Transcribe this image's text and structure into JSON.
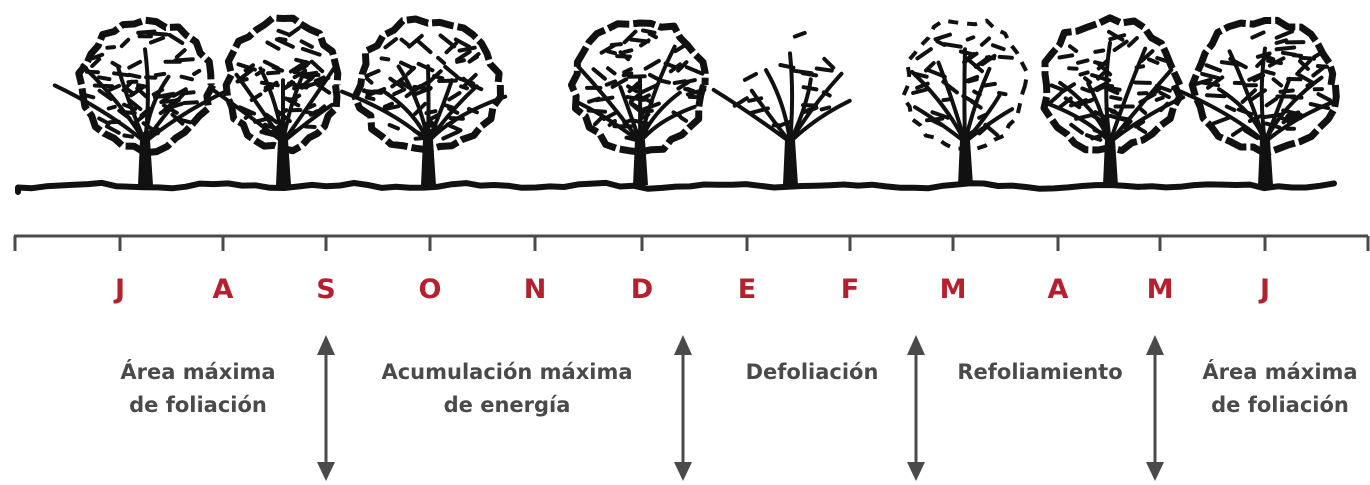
{
  "colors": {
    "month_label": "#b5202e",
    "phase_label": "#4a4a4a",
    "timeline": "#4a4a4a",
    "tree_ink": "#111111"
  },
  "trees": [
    {
      "name": "tree-1-full-foliage",
      "leaf_density": "full"
    },
    {
      "name": "tree-2-full-foliage",
      "leaf_density": "full"
    },
    {
      "name": "tree-3-full-foliage",
      "leaf_density": "full"
    },
    {
      "name": "tree-4-full-foliage",
      "leaf_density": "full"
    },
    {
      "name": "tree-5-defoliating",
      "leaf_density": "sparse"
    },
    {
      "name": "tree-6-refoliating",
      "leaf_density": "medium"
    },
    {
      "name": "tree-7-full-foliage",
      "leaf_density": "full"
    },
    {
      "name": "tree-8-full-foliage",
      "leaf_density": "full"
    }
  ],
  "timeline": {
    "months": [
      "J",
      "A",
      "S",
      "O",
      "N",
      "D",
      "E",
      "F",
      "M",
      "A",
      "M",
      "J"
    ]
  },
  "phases": [
    {
      "line1": "Área máxima",
      "line2": "de foliación"
    },
    {
      "line1": "Acumulación máxima",
      "line2": "de energía"
    },
    {
      "line1": "Defoliación",
      "line2": ""
    },
    {
      "line1": "Refoliamiento",
      "line2": ""
    },
    {
      "line1": "Área máxima",
      "line2": "de foliación"
    }
  ],
  "dividers": [
    {
      "icon": "double-arrow-icon",
      "after_month": "S"
    },
    {
      "icon": "double-arrow-icon",
      "after_month": "D"
    },
    {
      "icon": "double-arrow-icon",
      "after_month": "M"
    },
    {
      "icon": "double-arrow-icon",
      "after_month": "M"
    }
  ]
}
